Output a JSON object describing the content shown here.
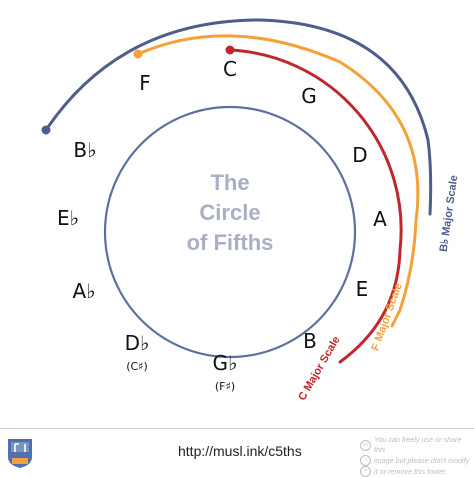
{
  "center": {
    "lines": [
      "The",
      "Circle",
      "of Fifths"
    ]
  },
  "keys": [
    {
      "id": "C",
      "label": "C",
      "alt": ""
    },
    {
      "id": "G",
      "label": "G",
      "alt": ""
    },
    {
      "id": "D",
      "label": "D",
      "alt": ""
    },
    {
      "id": "A",
      "label": "A",
      "alt": ""
    },
    {
      "id": "E",
      "label": "E",
      "alt": ""
    },
    {
      "id": "B",
      "label": "B",
      "alt": ""
    },
    {
      "id": "Gb",
      "label": "G♭",
      "alt": "(F♯)"
    },
    {
      "id": "Db",
      "label": "D♭",
      "alt": "(C♯)"
    },
    {
      "id": "Ab",
      "label": "A♭",
      "alt": ""
    },
    {
      "id": "Eb",
      "label": "E♭",
      "alt": ""
    },
    {
      "id": "Bb",
      "label": "B♭",
      "alt": ""
    },
    {
      "id": "F",
      "label": "F",
      "alt": ""
    }
  ],
  "scales": [
    {
      "id": "c-major",
      "label": "C Major Scale",
      "color": "#c0272d"
    },
    {
      "id": "f-major",
      "label": "F Major Scale",
      "color": "#f5a13a"
    },
    {
      "id": "bb-major",
      "label": "B♭ Major Scale",
      "color": "#4f5d8a"
    }
  ],
  "footer": {
    "url": "http://musl.ink/c5ths",
    "license_lines": [
      "You can freely use or share this",
      "image but please don't modify",
      "it or remove this footer."
    ]
  },
  "colors": {
    "circle": "#5f6f9e",
    "center_text": "#a9b0c6"
  }
}
